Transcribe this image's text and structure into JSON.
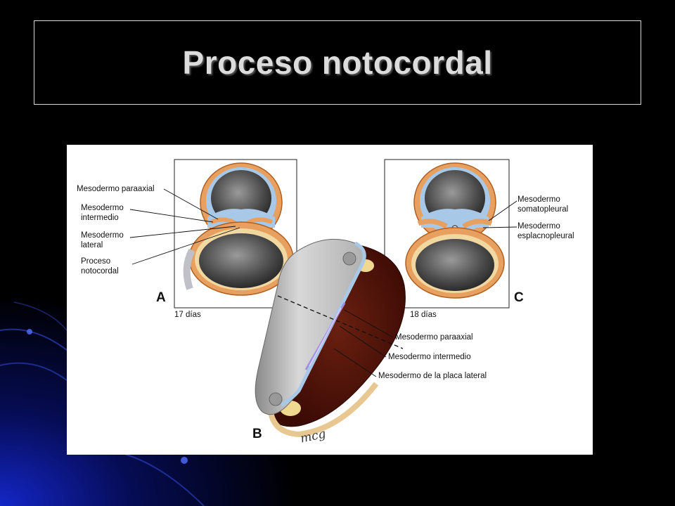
{
  "slide": {
    "title": "Proceso notocordal"
  },
  "figure": {
    "panels": [
      {
        "letter": "A",
        "age": "17 días"
      },
      {
        "letter": "B"
      },
      {
        "letter": "C",
        "age": "18 días"
      }
    ],
    "labels_a": {
      "paraaxial": "Mesodermo paraaxial",
      "intermedio_1": "Mesodermo",
      "intermedio_2": "intermedio",
      "lateral_1": "Mesodermo",
      "lateral_2": "lateral",
      "proceso_1": "Proceso",
      "proceso_2": "notocordal"
    },
    "labels_c": {
      "somato_1": "Mesodermo",
      "somato_2": "somatopleural",
      "esplacno_1": "Mesodermo",
      "esplacno_2": "esplacnopleural"
    },
    "labels_b": {
      "paraaxial": "Mesodermo paraaxial",
      "intermedio": "Mesodermo intermedio",
      "placa_lateral": "Mesodermo de la placa lateral"
    },
    "signature": "mcg"
  },
  "colors": {
    "background": "#000000",
    "glow": "#1428d2",
    "title": "#dcdcdc",
    "mesoderm": "#e8a060",
    "ectoderm": "#a8c8e8",
    "cavity": "#4a4a4a",
    "yolk_dark": "#4a1008"
  }
}
